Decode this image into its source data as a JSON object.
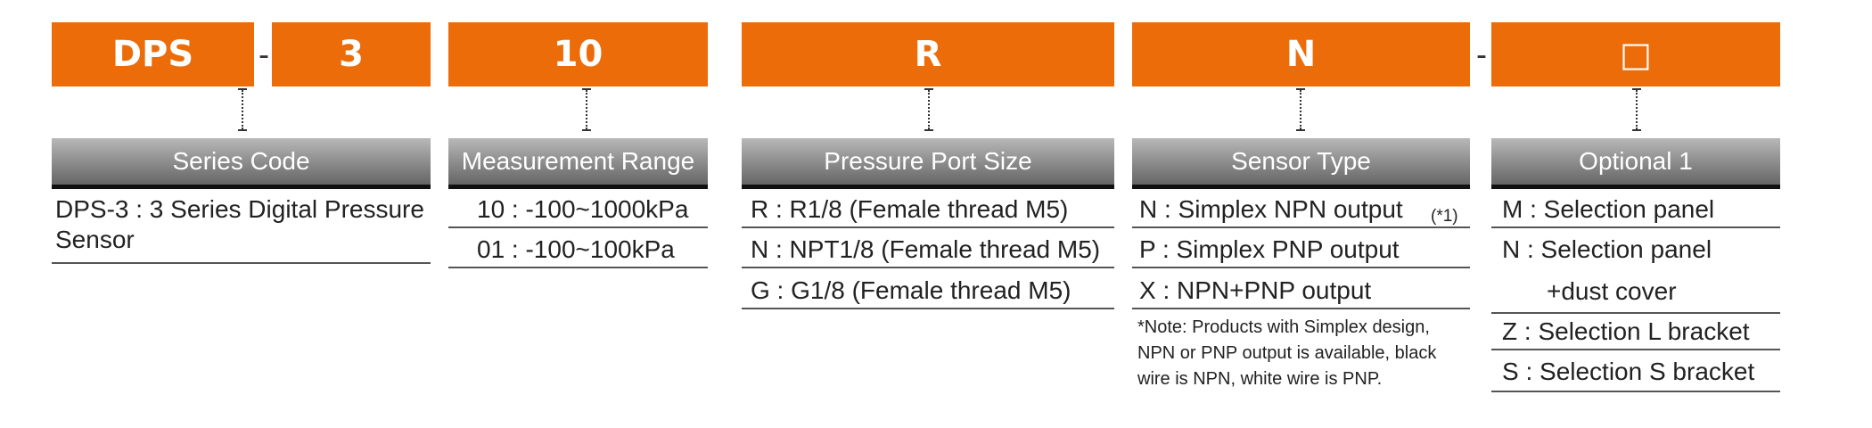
{
  "codes": {
    "series": "DPS",
    "model": "3",
    "range": "10",
    "port": "R",
    "sensor": "N",
    "optional": "□"
  },
  "separator": "-",
  "columns": {
    "series_code": {
      "header": "Series Code",
      "rows": [
        "DPS-3 : 3 Series Digital Pressure Sensor"
      ]
    },
    "measurement_range": {
      "header": "Measurement Range",
      "rows": [
        "10 : -100~1000kPa",
        "01 : -100~100kPa"
      ]
    },
    "pressure_port_size": {
      "header": "Pressure Port Size",
      "rows": [
        "R : R1/8 (Female thread M5)",
        "N : NPT1/8 (Female thread M5)",
        "G : G1/8 (Female thread M5)"
      ]
    },
    "sensor_type": {
      "header": "Sensor Type",
      "rows": [
        "N : Simplex NPN output",
        "P : Simplex PNP output",
        "X : NPN+PNP output"
      ],
      "ref_mark": "(*1)",
      "note": "*Note: Products with Simplex design, NPN or PNP output is available, black wire is NPN, white wire is PNP."
    },
    "optional_1": {
      "header": "Optional 1",
      "rows": [
        "M : Selection panel",
        "N : Selection panel",
        "+dust cover",
        "Z : Selection L bracket",
        "S : Selection S bracket"
      ]
    }
  },
  "colors": {
    "code_box": "#ec6c0a",
    "header_gradient_top": "#b8b8b8",
    "header_gradient_bottom": "#666666"
  }
}
